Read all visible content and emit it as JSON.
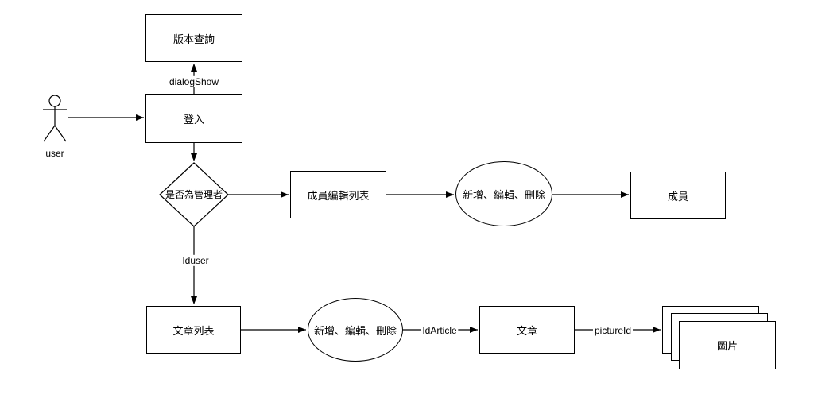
{
  "diagram": {
    "actor": {
      "label": "user"
    },
    "nodes": {
      "version_query": {
        "label": "版本查詢",
        "type": "process"
      },
      "login": {
        "label": "登入",
        "type": "process"
      },
      "is_admin": {
        "label": "是否為管理者",
        "type": "decision"
      },
      "member_edit_list": {
        "label": "成員編輯列表",
        "type": "process"
      },
      "member_crud": {
        "label": "新增、編輯、刪除",
        "type": "ellipse"
      },
      "member": {
        "label": "成員",
        "type": "process"
      },
      "article_list": {
        "label": "文章列表",
        "type": "process"
      },
      "article_crud": {
        "label": "新增、編輯、刪除",
        "type": "ellipse"
      },
      "article": {
        "label": "文章",
        "type": "process"
      },
      "picture": {
        "label": "圖片",
        "type": "stacked-document"
      }
    },
    "edge_labels": {
      "dialog_show": "dialogShow",
      "id_user": "Iduser",
      "id_article": "IdArticle",
      "picture_id": "pictureId"
    },
    "colors": {
      "stroke": "#000000",
      "fill": "#ffffff",
      "text": "#000000",
      "background": "#ffffff"
    }
  }
}
